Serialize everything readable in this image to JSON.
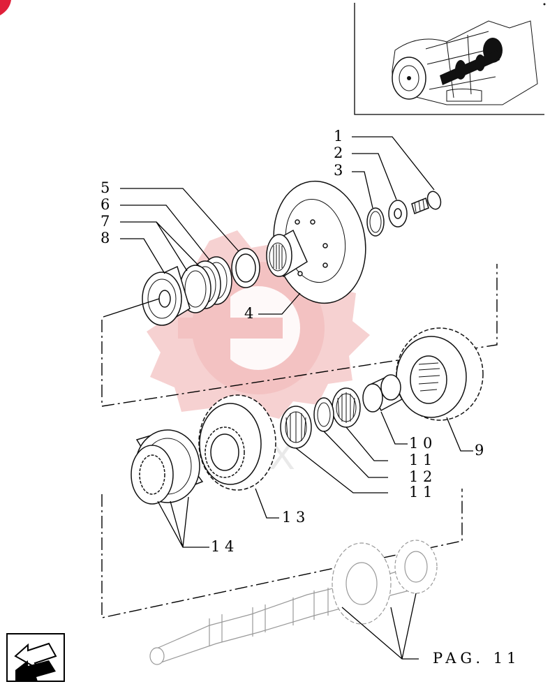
{
  "diagram": {
    "callouts": [
      {
        "id": "c1",
        "text": "1"
      },
      {
        "id": "c2",
        "text": "2"
      },
      {
        "id": "c3",
        "text": "3"
      },
      {
        "id": "c4",
        "text": "4"
      },
      {
        "id": "c5",
        "text": "5"
      },
      {
        "id": "c6",
        "text": "6"
      },
      {
        "id": "c7",
        "text": "7"
      },
      {
        "id": "c8",
        "text": "8"
      },
      {
        "id": "c9",
        "text": "9"
      },
      {
        "id": "c10",
        "text": "1 0"
      },
      {
        "id": "c11a",
        "text": "1 1"
      },
      {
        "id": "c12",
        "text": "1 2"
      },
      {
        "id": "c11b",
        "text": "1 1"
      },
      {
        "id": "c13",
        "text": "1 3"
      },
      {
        "id": "c14",
        "text": "1 4"
      }
    ],
    "page_label": "PAG. 11"
  },
  "colors": {
    "watermark": "#f2b8b8",
    "corner_mark": "#e0203a",
    "line": "#000000"
  },
  "icons": {
    "nav": "arrow-down-left-icon",
    "watermark": "gear-logo-watermark"
  }
}
